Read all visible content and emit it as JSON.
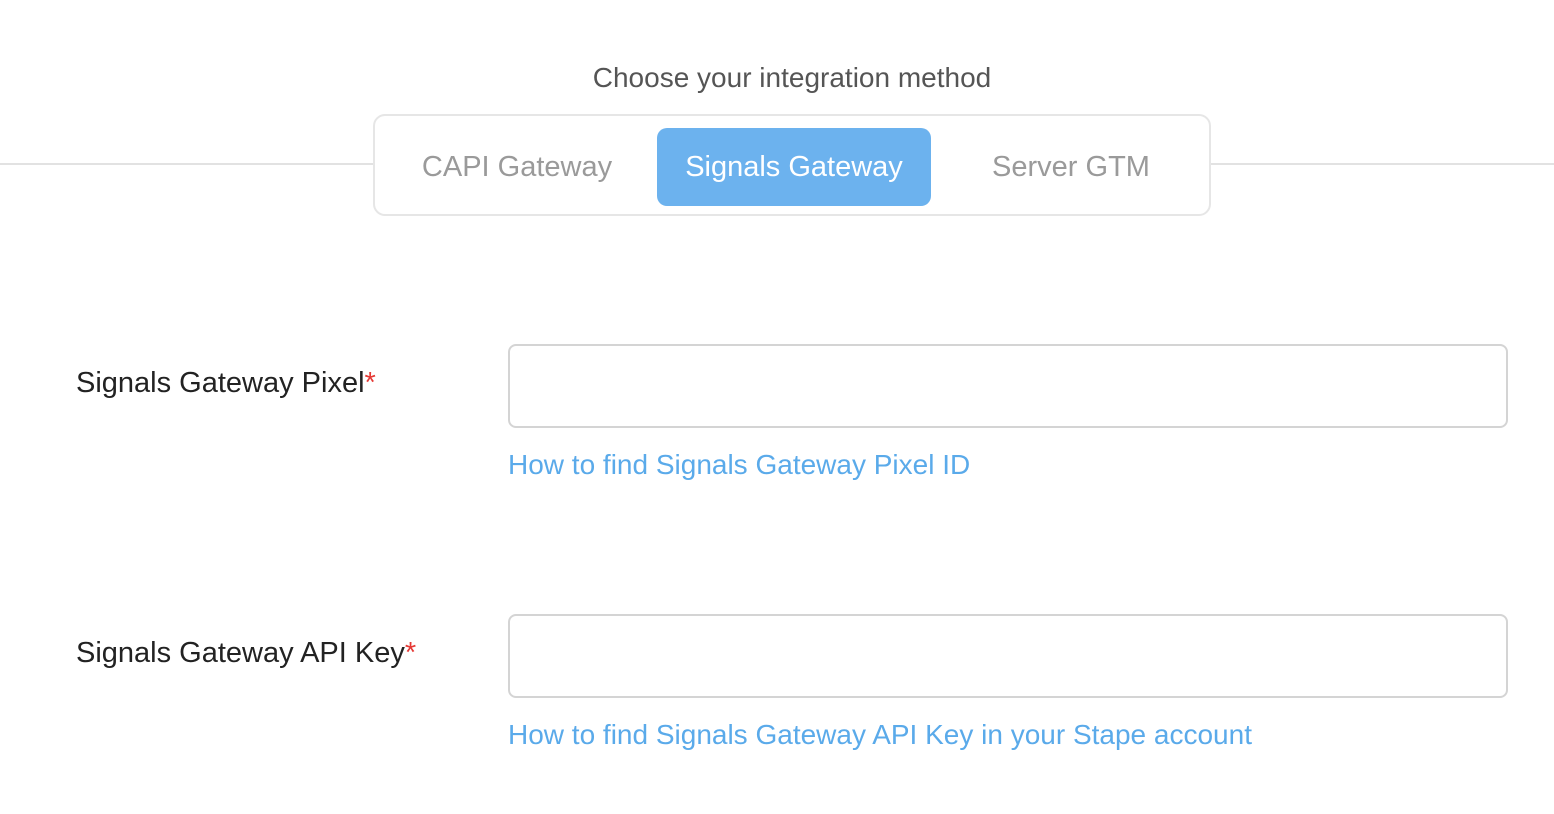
{
  "header": {
    "title": "Choose your integration method"
  },
  "integration_methods": {
    "tabs": [
      {
        "label": "CAPI Gateway",
        "selected": false
      },
      {
        "label": "Signals Gateway",
        "selected": true
      },
      {
        "label": "Server GTM",
        "selected": false
      }
    ]
  },
  "form": {
    "pixel": {
      "label": "Signals Gateway Pixel",
      "required_marker": "*",
      "value": "",
      "help_link": "How to find Signals Gateway Pixel ID"
    },
    "api_key": {
      "label": "Signals Gateway API Key",
      "required_marker": "*",
      "value": "",
      "help_link": "How to find Signals Gateway API Key in your Stape account"
    }
  },
  "colors": {
    "selected_tab_bg": "#6cb2ee",
    "link": "#5aaaea",
    "required": "#e53935"
  }
}
